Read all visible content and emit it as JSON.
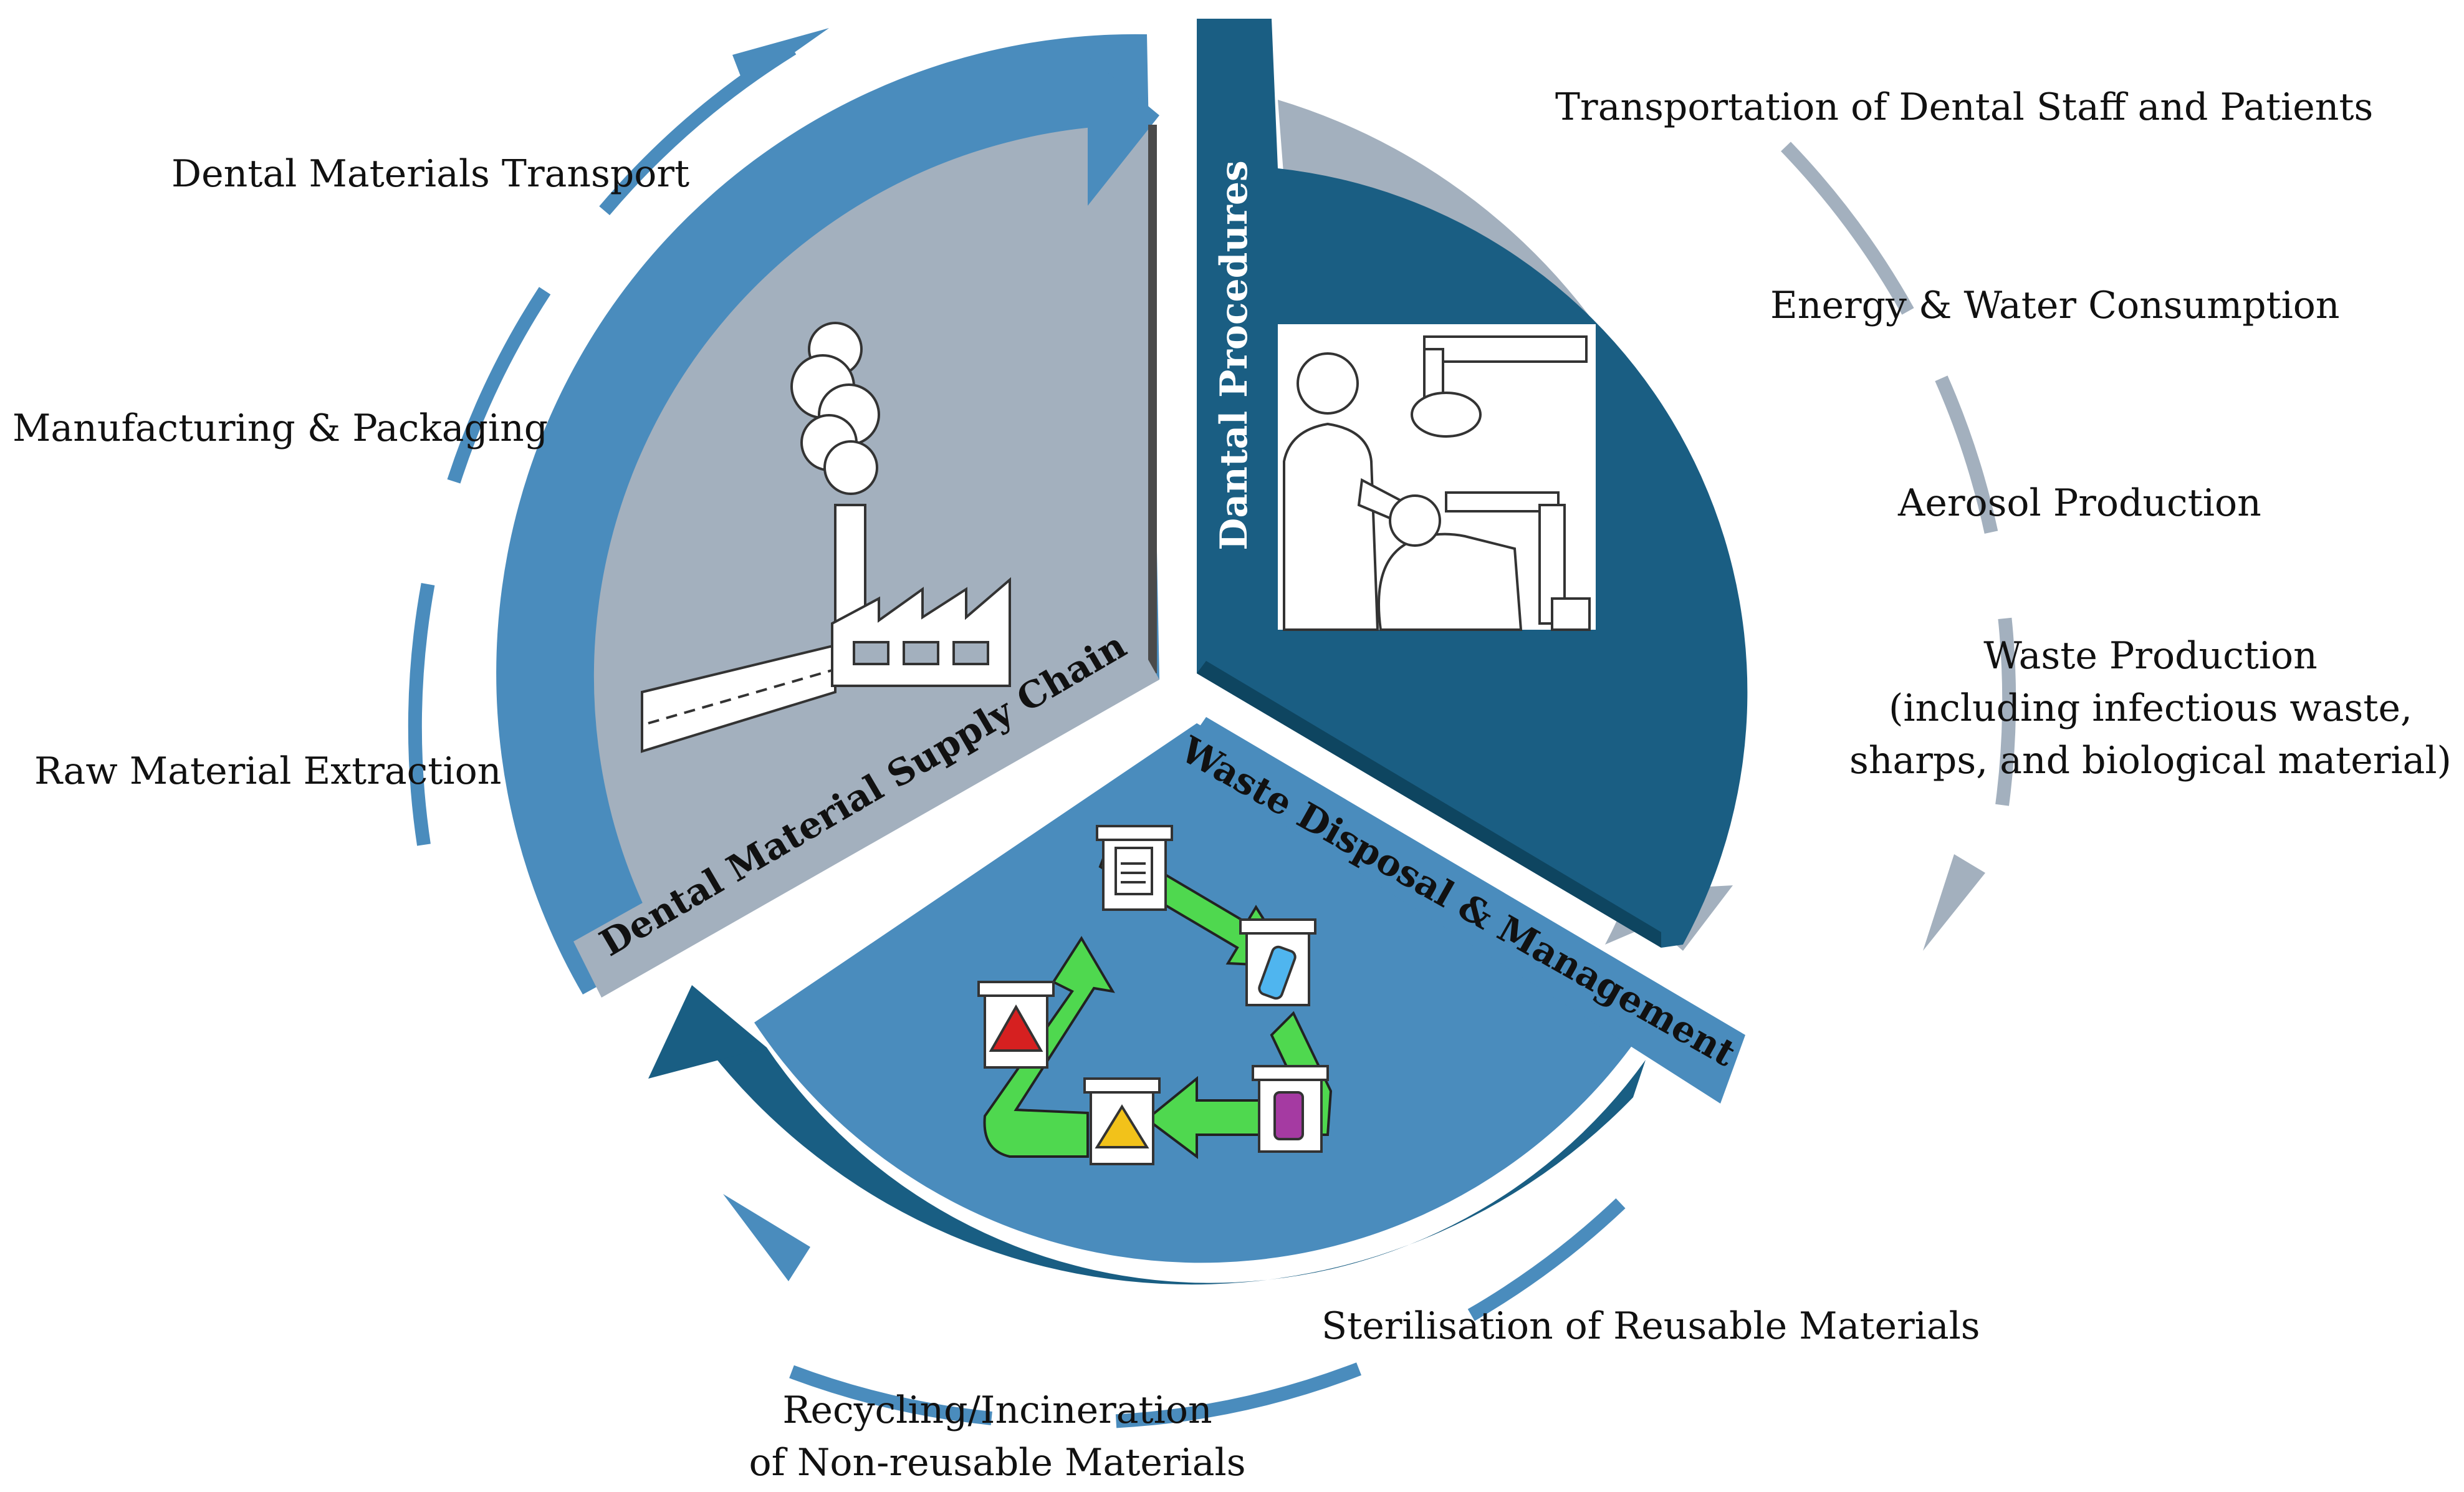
{
  "colors": {
    "supply_chain": "#4a8cbd",
    "supply_chain_fill": "#a3b0be",
    "procedures": "#1a5e83",
    "procedures_ring": "#a3b0be",
    "waste": "#4a8cbd",
    "waste_ring": "#195e83",
    "recycle_arrow": "#4fd84f",
    "text": "#111111"
  },
  "segments": {
    "supply_chain": {
      "title": "Dental Material Supply Chain",
      "icon": "factory-icon"
    },
    "procedures": {
      "title": "Dantal Procedures",
      "icon": "dentist-patient-icon"
    },
    "waste": {
      "title": "Waste Disposal & Management",
      "icon": "recycle-bins-icon"
    }
  },
  "left_labels": [
    "Dental Materials Transport",
    "Manufacturing & Packaging",
    "Raw Material Extraction"
  ],
  "right_labels": [
    "Transportation of Dental Staff and Patients",
    "Energy & Water Consumption",
    "Aerosol Production",
    "Waste Production",
    "(including infectious waste,",
    "sharps, and biological material)"
  ],
  "bottom_labels": [
    "Sterilisation of Reusable Materials",
    "Recycling/Incineration",
    "of Non-reusable Materials"
  ],
  "bins": [
    {
      "name": "paper-waste-bin",
      "icon": "document-icon"
    },
    {
      "name": "plastic-bottle-bin",
      "icon": "bottle-icon"
    },
    {
      "name": "pharmaceutical-bin",
      "icon": "pill-bottle-icon"
    },
    {
      "name": "radioactive-bin",
      "icon": "radiation-hazard-icon"
    },
    {
      "name": "biohazard-bin",
      "icon": "biohazard-icon"
    }
  ]
}
